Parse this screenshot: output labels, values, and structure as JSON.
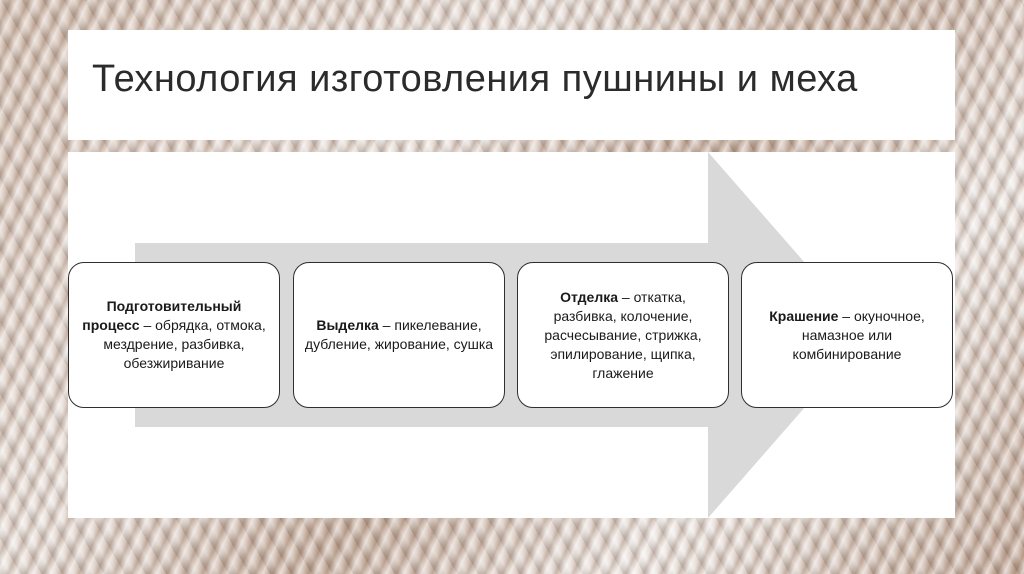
{
  "title": "Технология изготовления пушнины и меха",
  "steps": [
    {
      "term": "Подготовительный процесс",
      "desc": " – обрядка, отмока, мездрение, разбивка, обезжиривание"
    },
    {
      "term": "Выделка",
      "desc": " – пикелевание, дубление, жирование, сушка"
    },
    {
      "term": "Отделка",
      "desc": " – откатка, разбивка, колочение, расчесывание, стрижка, эпилирование, щипка, глажение"
    },
    {
      "term": "Крашение",
      "desc": " – окуночное, намазное или комбинирование"
    }
  ],
  "colors": {
    "arrow": "#d9d9d9",
    "box_border": "#2e2e2e",
    "panel": "#ffffff"
  }
}
